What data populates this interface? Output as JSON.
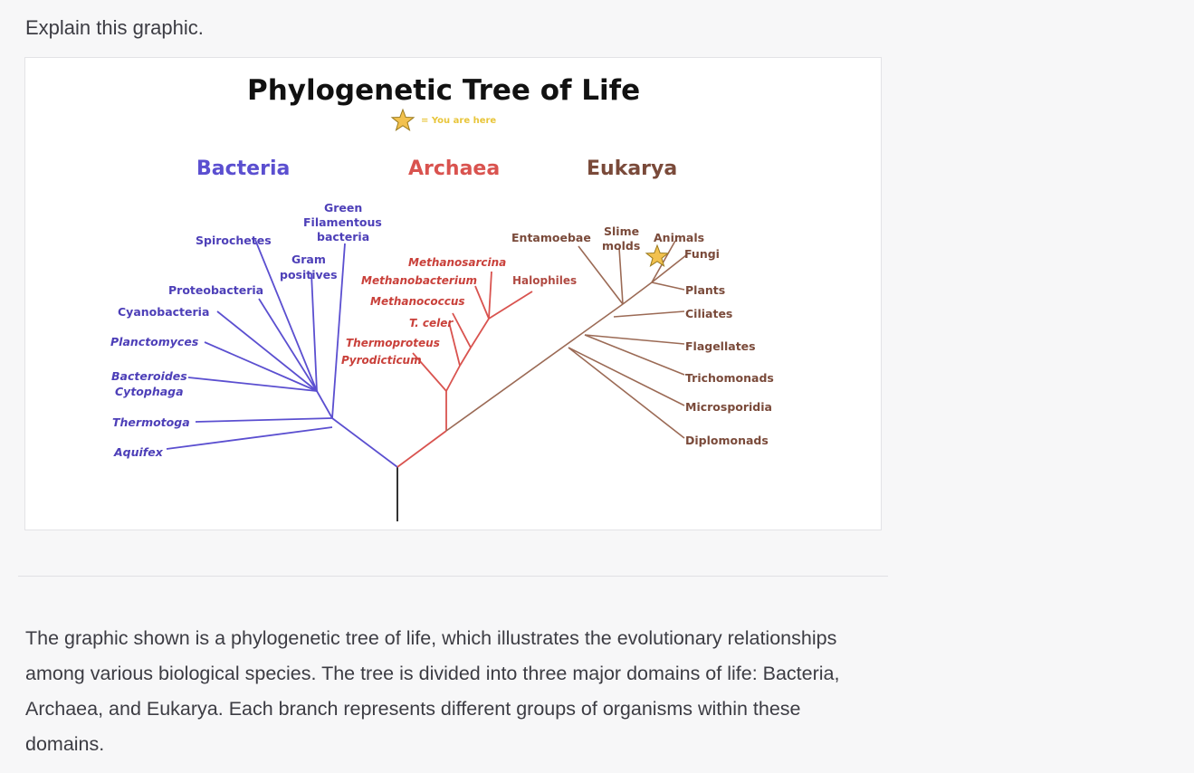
{
  "prompt": "Explain this graphic.",
  "figure": {
    "title": "Phylogenetic Tree of Life",
    "legend": "= You are here",
    "domains": {
      "bacteria": "Bacteria",
      "archaea": "Archaea",
      "eukarya": "Eukarya"
    },
    "colors": {
      "bacteria": "#5b4fd0",
      "archaea": "#d9534f",
      "eukarya": "#9b6a55",
      "trunk": "#333333",
      "star": "#f2c14e"
    },
    "bacteria_labels": {
      "green_filamentous_1": "Green",
      "green_filamentous_2": "Filamentous",
      "green_filamentous_3": "bacteria",
      "spirochetes": "Spirochetes",
      "gram_1": "Gram",
      "gram_2": "positives",
      "proteobacteria": "Proteobacteria",
      "cyanobacteria": "Cyanobacteria",
      "planctomyces": "Planctomyces",
      "bacteroides_1": "Bacteroides",
      "bacteroides_2": "Cytophaga",
      "thermotoga": "Thermotoga",
      "aquifex": "Aquifex"
    },
    "archaea_labels": {
      "methanosarcina": "Methanosarcina",
      "methanobacterium": "Methanobacterium",
      "methanococcus": "Methanococcus",
      "tceler": "T. celer",
      "thermoproteus": "Thermoproteus",
      "pyrodicticum": "Pyrodicticum",
      "halophiles": "Halophiles"
    },
    "eukarya_labels": {
      "entamoebae": "Entamoebae",
      "slime_1": "Slime",
      "slime_2": "molds",
      "animals": "Animals",
      "fungi": "Fungi",
      "plants": "Plants",
      "ciliates": "Ciliates",
      "flagellates": "Flagellates",
      "trichomonads": "Trichomonads",
      "microsporidia": "Microsporidia",
      "diplomonads": "Diplomonads"
    }
  },
  "answer": "The graphic shown is a phylogenetic tree of life, which illustrates the evolutionary relationships among various biological species. The tree is divided into three major domains of life: Bacteria, Archaea, and Eukarya. Each branch represents different groups of organisms within these domains."
}
